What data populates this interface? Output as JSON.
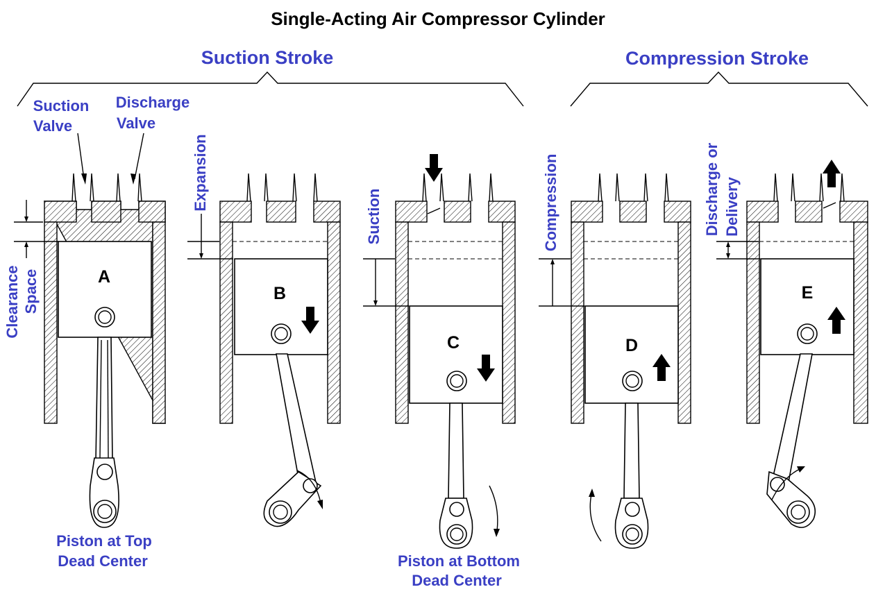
{
  "title": "Single-Acting Air Compressor Cylinder",
  "strokes": {
    "suction": "Suction Stroke",
    "compression": "Compression Stroke"
  },
  "labels": {
    "suction_valve_1": "Suction",
    "suction_valve_2": "Valve",
    "discharge_valve_1": "Discharge",
    "discharge_valve_2": "Valve",
    "clearance_1": "Clearance",
    "clearance_2": "Space",
    "expansion": "Expansion",
    "suction": "Suction",
    "compression": "Compression",
    "discharge_1": "Discharge or",
    "discharge_2": "Delivery",
    "tdc_1": "Piston at Top",
    "tdc_2": "Dead Center",
    "bdc_1": "Piston at Bottom",
    "bdc_2": "Dead Center"
  },
  "stages": [
    "A",
    "B",
    "C",
    "D",
    "E"
  ],
  "colors": {
    "label": "#3a3fc4",
    "ink": "#000000"
  }
}
